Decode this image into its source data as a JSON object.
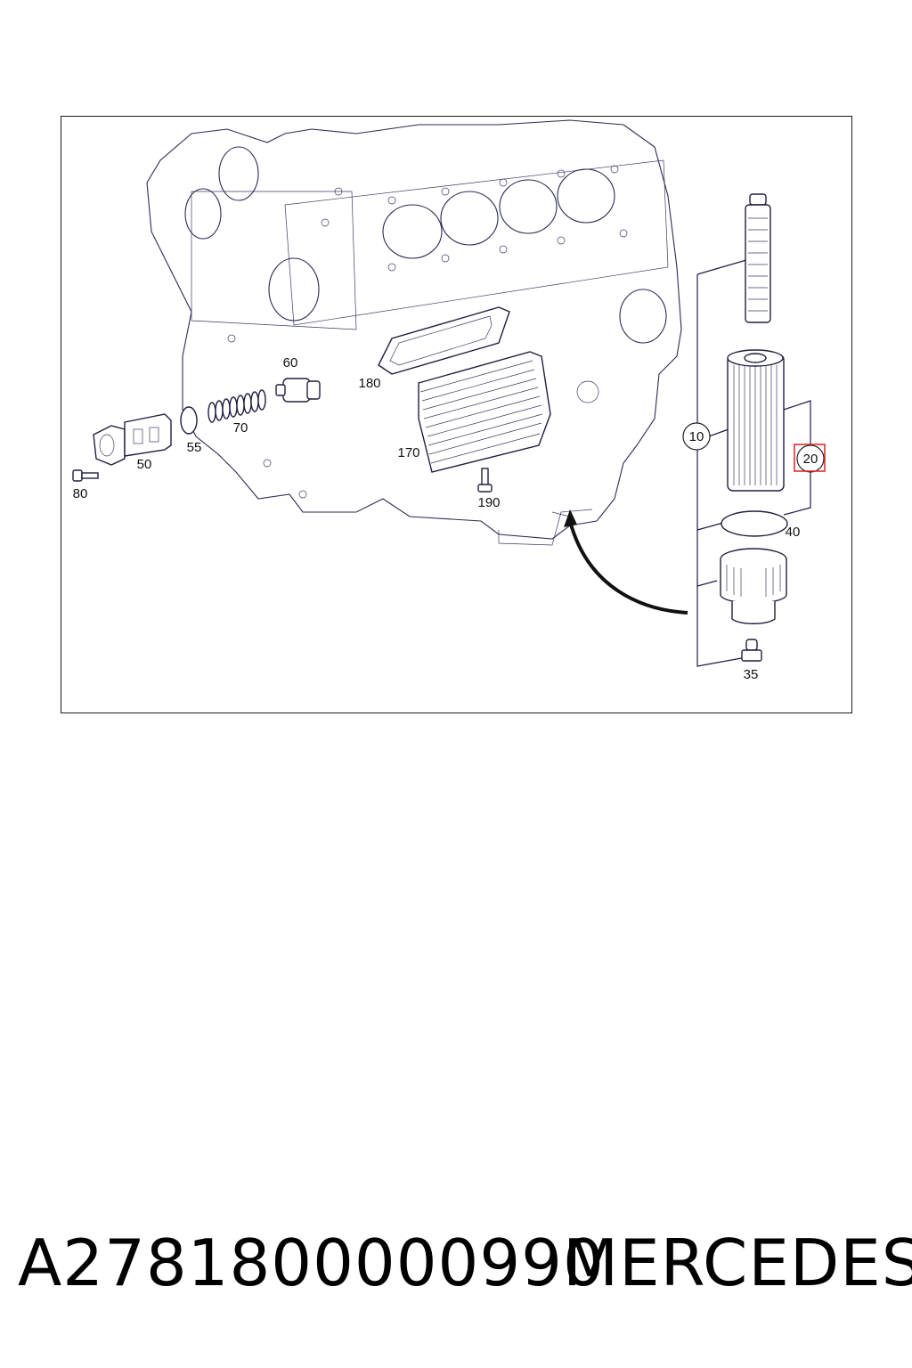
{
  "callouts": {
    "c10": "10",
    "c20": "20",
    "c35": "35",
    "c40": "40",
    "c50": "50",
    "c55": "55",
    "c60": "60",
    "c70": "70",
    "c80": "80",
    "c170": "170",
    "c180": "180",
    "c190": "190"
  },
  "highlight_color": "#e02020",
  "footer": {
    "part_number": "A2781800000990",
    "brand": "MERCEDES"
  }
}
